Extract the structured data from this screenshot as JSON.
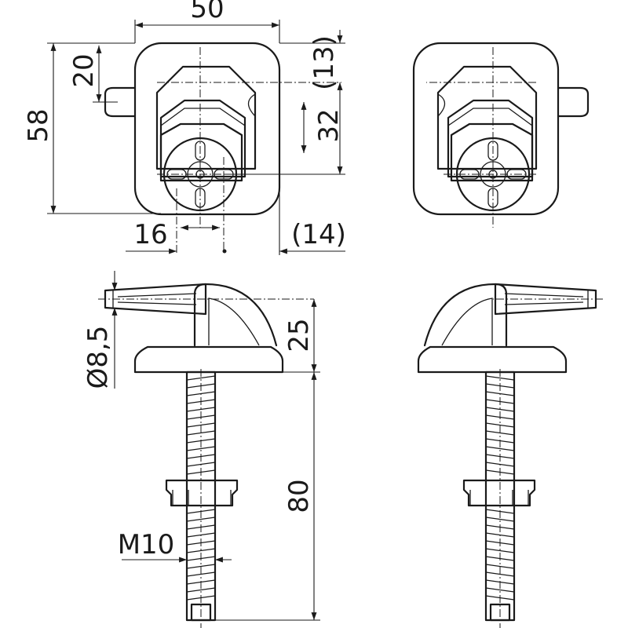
{
  "colors": {
    "line": "#1a1a1a",
    "background": "#ffffff"
  },
  "dimensions": {
    "width_50": "50",
    "height_58": "58",
    "offset_20": "20",
    "offset_13": "(13)",
    "offset_32": "32",
    "offset_16": "16",
    "offset_14": "(14)",
    "diameter": "Ø8,5",
    "height_25": "25",
    "length_80": "80",
    "thread": "M10"
  }
}
